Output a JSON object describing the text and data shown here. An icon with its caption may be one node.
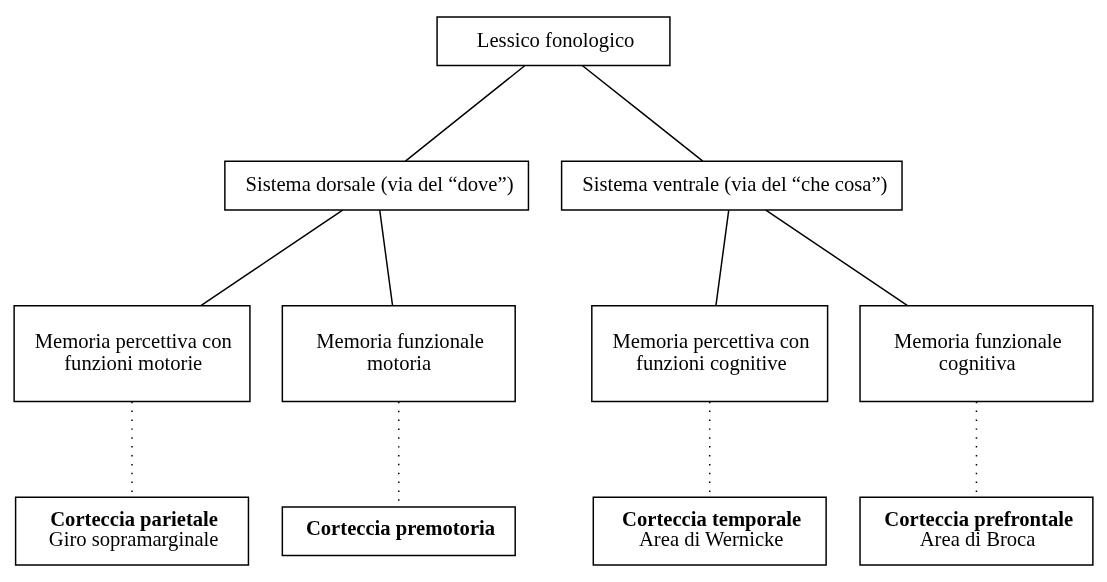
{
  "diagram": {
    "nodes": [
      {
        "text": [
          "Lessico fonologico"
        ]
      },
      {
        "text": [
          "Sistema dorsale (via del “dove”)"
        ]
      },
      {
        "text": [
          "Sistema ventrale (via del “che cosa”)"
        ]
      },
      {
        "text": [
          "Memoria percettiva con funzioni motorie"
        ]
      },
      {
        "text": [
          "Memoria funzionale motoria"
        ]
      },
      {
        "text": [
          "Memoria percettiva con funzioni cognitive"
        ]
      },
      {
        "text": [
          "Memoria funzionale cognitiva"
        ]
      },
      {
        "text": [
          "Corteccia parietale",
          "Giro sopramarginale"
        ]
      },
      {
        "text": [
          "Corteccia premotoria"
        ]
      },
      {
        "text": [
          "Corteccia temporale",
          "Area di Wernicke"
        ]
      },
      {
        "text": [
          "Corteccia prefrontale",
          "Area di Broca"
        ]
      }
    ],
    "edges": [
      {
        "from": 0,
        "to": 1,
        "arrow": "none"
      },
      {
        "from": 0,
        "to": 2,
        "arrow": "none"
      },
      {
        "from": 1,
        "to": 3,
        "arrow": "none"
      },
      {
        "from": 1,
        "to": 4,
        "arrow": "none"
      },
      {
        "from": 2,
        "to": 5,
        "arrow": "none"
      },
      {
        "from": 2,
        "to": 6,
        "arrow": "none"
      },
      {
        "from": 3,
        "to": 7,
        "arrow": "none",
        "style": "dashed"
      },
      {
        "from": 4,
        "to": 8,
        "arrow": "none",
        "style": "dashed"
      },
      {
        "from": 5,
        "to": 9,
        "arrow": "none",
        "style": "dashed"
      },
      {
        "from": 6,
        "to": 10,
        "arrow": "none",
        "style": "dashed"
      }
    ]
  }
}
